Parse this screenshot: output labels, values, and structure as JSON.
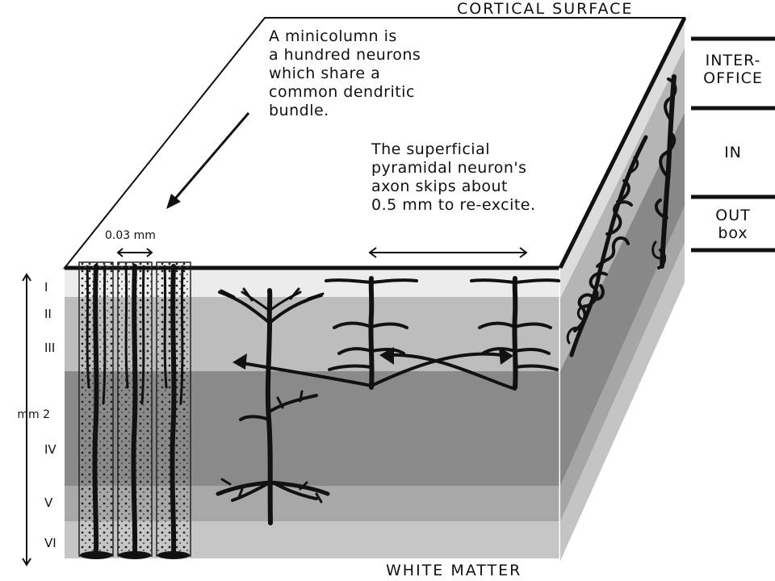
{
  "labels": {
    "top": "CORTICAL SURFACE",
    "bottom": "WHITE MATTER",
    "minicolumn_note": "A minicolumn is\na hundred neurons\nwhich share a\ncommon dendritic\nbundle.",
    "axon_note": "The superficial\npyramidal neuron's\naxon skips about\n0.5 mm to re-excite.",
    "width_label": "0.03 mm",
    "depth_label": "2 mm"
  },
  "side_boxes": [
    {
      "id": "inter-office",
      "text": "INTER-\nOFFICE"
    },
    {
      "id": "in",
      "text": "IN"
    },
    {
      "id": "out",
      "text": "OUT\nbox"
    }
  ],
  "layers": [
    "I",
    "II",
    "III",
    "IV",
    "V",
    "VI"
  ],
  "colors": {
    "ink": "#111111",
    "layer_i": "#ececec",
    "layer_ii_iii": "#bdbdbd",
    "layer_iv": "#8a8a8a",
    "layer_v": "#a8a8a8",
    "layer_vi": "#c6c6c6",
    "side_face": "#9a9a9a"
  }
}
